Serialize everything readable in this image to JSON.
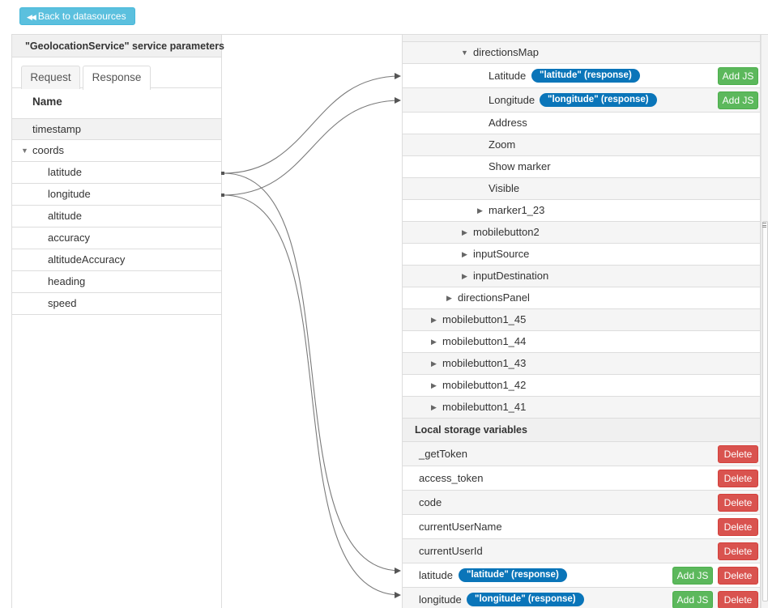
{
  "toolbar": {
    "back_label": "Back to datasources",
    "back_icon": "double-left-arrow"
  },
  "service": {
    "title": "\"GeolocationService\" service parameters",
    "tabs": [
      {
        "label": "Request",
        "active": false
      },
      {
        "label": "Response",
        "active": true
      }
    ],
    "column_header": "Name",
    "items": [
      {
        "label": "timestamp"
      },
      {
        "label": "coords",
        "expanded": true
      },
      {
        "label": "latitude"
      },
      {
        "label": "longitude"
      },
      {
        "label": "altitude"
      },
      {
        "label": "accuracy"
      },
      {
        "label": "altitudeAccuracy"
      },
      {
        "label": "heading"
      },
      {
        "label": "speed"
      }
    ]
  },
  "tree": {
    "rows": [
      {
        "label": "directionsMap",
        "expanded": true
      },
      {
        "label": "Latitude",
        "binding": "\"latitude\" (response)",
        "action": "Add JS"
      },
      {
        "label": "Longitude",
        "binding": "\"longitude\" (response)",
        "action": "Add JS"
      },
      {
        "label": "Address"
      },
      {
        "label": "Zoom"
      },
      {
        "label": "Show marker"
      },
      {
        "label": "Visible"
      },
      {
        "label": "marker1_23"
      },
      {
        "label": "mobilebutton2"
      },
      {
        "label": "inputSource"
      },
      {
        "label": "inputDestination"
      },
      {
        "label": "directionsPanel"
      },
      {
        "label": "mobilebutton1_45"
      },
      {
        "label": "mobilebutton1_44"
      },
      {
        "label": "mobilebutton1_43"
      },
      {
        "label": "mobilebutton1_42"
      },
      {
        "label": "mobilebutton1_41"
      }
    ]
  },
  "local_storage": {
    "title": "Local storage variables",
    "rows": [
      {
        "label": "_getToken",
        "delete": "Delete"
      },
      {
        "label": "access_token",
        "delete": "Delete"
      },
      {
        "label": "code",
        "delete": "Delete"
      },
      {
        "label": "currentUserName",
        "delete": "Delete"
      },
      {
        "label": "currentUserId",
        "delete": "Delete"
      },
      {
        "label": "latitude",
        "binding": "\"latitude\" (response)",
        "action": "Add JS",
        "delete": "Delete"
      },
      {
        "label": "longitude",
        "binding": "\"longitude\" (response)",
        "action": "Add JS",
        "delete": "Delete"
      }
    ]
  },
  "colors": {
    "info": "#5bc0de",
    "primary_badge": "#0a75b9",
    "success": "#5cb85c",
    "danger": "#d9534f"
  }
}
